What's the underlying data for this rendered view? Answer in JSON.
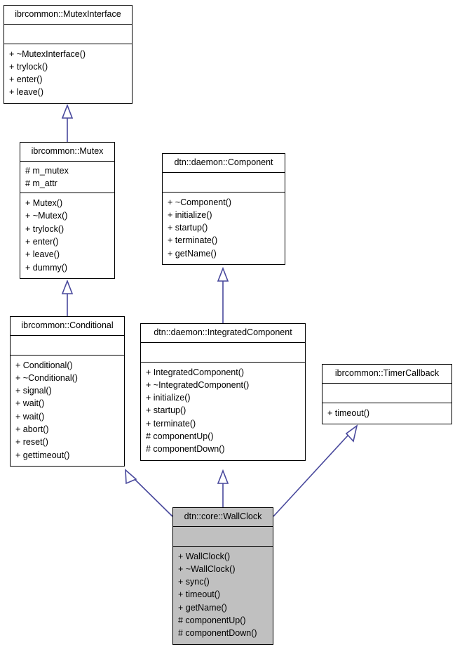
{
  "diagram": {
    "kind": "uml-class-inheritance-diagram",
    "focus_class": "dtn::core::WallClock",
    "colors": {
      "background": "#ffffff",
      "box_border": "#000000",
      "box_fill": "#ffffff",
      "highlight_fill": "#c0c0c0",
      "edge": "#48489c",
      "text": "#000000"
    }
  },
  "classes": [
    {
      "id": "mutexinterface",
      "name": "ibrcommon::MutexInterface",
      "attributes": [],
      "operations": [
        "+ ~MutexInterface()",
        "+ trylock()",
        "+ enter()",
        "+ leave()"
      ],
      "highlighted": false
    },
    {
      "id": "mutex",
      "name": "ibrcommon::Mutex",
      "attributes": [
        "# m_mutex",
        "# m_attr"
      ],
      "operations": [
        "+ Mutex()",
        "+ ~Mutex()",
        "+ trylock()",
        "+ enter()",
        "+ leave()",
        "+ dummy()"
      ],
      "highlighted": false
    },
    {
      "id": "component",
      "name": "dtn::daemon::Component",
      "attributes": [],
      "operations": [
        "+ ~Component()",
        "+ initialize()",
        "+ startup()",
        "+ terminate()",
        "+ getName()"
      ],
      "highlighted": false
    },
    {
      "id": "conditional",
      "name": "ibrcommon::Conditional",
      "attributes": [],
      "operations": [
        "+ Conditional()",
        "+ ~Conditional()",
        "+ signal()",
        "+ wait()",
        "+ wait()",
        "+ abort()",
        "+ reset()",
        "+ gettimeout()"
      ],
      "highlighted": false
    },
    {
      "id": "integratedcomponent",
      "name": "dtn::daemon::IntegratedComponent",
      "attributes": [],
      "operations": [
        "+ IntegratedComponent()",
        "+ ~IntegratedComponent()",
        "+ initialize()",
        "+ startup()",
        "+ terminate()",
        "# componentUp()",
        "# componentDown()"
      ],
      "highlighted": false
    },
    {
      "id": "timercallback",
      "name": "ibrcommon::TimerCallback",
      "attributes": [],
      "operations": [
        "+ timeout()"
      ],
      "highlighted": false
    },
    {
      "id": "wallclock",
      "name": "dtn::core::WallClock",
      "attributes": [],
      "operations": [
        "+ WallClock()",
        "+ ~WallClock()",
        "+ sync()",
        "+ timeout()",
        "+ getName()",
        "# componentUp()",
        "# componentDown()"
      ],
      "highlighted": true
    }
  ],
  "relations": [
    {
      "type": "inheritance",
      "from": "mutex",
      "to": "mutexinterface"
    },
    {
      "type": "inheritance",
      "from": "conditional",
      "to": "mutex"
    },
    {
      "type": "inheritance",
      "from": "integratedcomponent",
      "to": "component"
    },
    {
      "type": "inheritance",
      "from": "wallclock",
      "to": "conditional"
    },
    {
      "type": "inheritance",
      "from": "wallclock",
      "to": "integratedcomponent"
    },
    {
      "type": "inheritance",
      "from": "wallclock",
      "to": "timercallback"
    }
  ]
}
